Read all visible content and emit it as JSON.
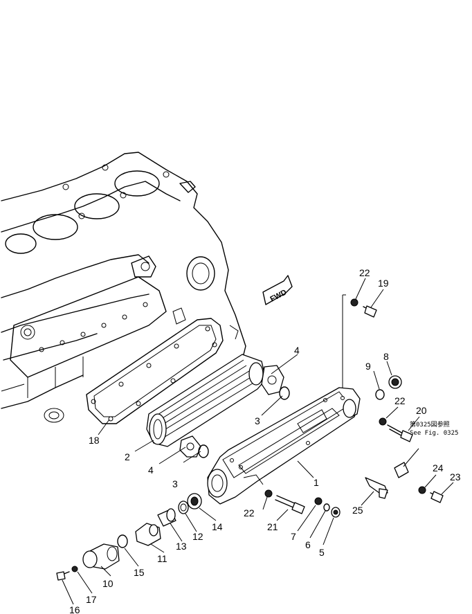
{
  "callouts": {
    "c1": "1",
    "c2": "2",
    "c3a": "3",
    "c3b": "3",
    "c4a": "4",
    "c4b": "4",
    "c5": "5",
    "c6": "6",
    "c7": "7",
    "c8": "8",
    "c9": "9",
    "c10": "10",
    "c11": "11",
    "c12": "12",
    "c13": "13",
    "c14": "14",
    "c15": "15",
    "c16": "16",
    "c17": "17",
    "c18": "18",
    "c19": "19",
    "c20": "20",
    "c21": "21",
    "c22a": "22",
    "c22b": "22",
    "c22c": "22",
    "c23": "23",
    "c24": "24",
    "c25": "25"
  },
  "reference": {
    "line1": "第0325図参照",
    "line2": "See Fig. 0325"
  },
  "fwd_label": "FWD"
}
